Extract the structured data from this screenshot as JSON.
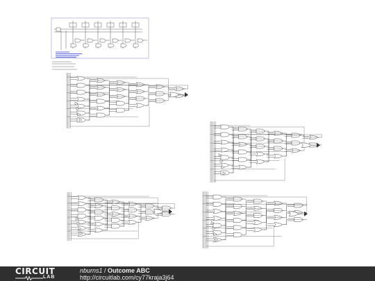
{
  "footer": {
    "logo_top": "CIRCUIT",
    "logo_bottom": "LAB",
    "username": "nburns1",
    "separator": " / ",
    "circuit_title": "Outcome ABC",
    "url": "http://circuitlab.com/cy77kraja3j64"
  },
  "colors": {
    "wire": "#333333",
    "gate_fill": "#ffffff",
    "note_blue": "#2233cc",
    "footer_bg": "#2f2f2f"
  }
}
